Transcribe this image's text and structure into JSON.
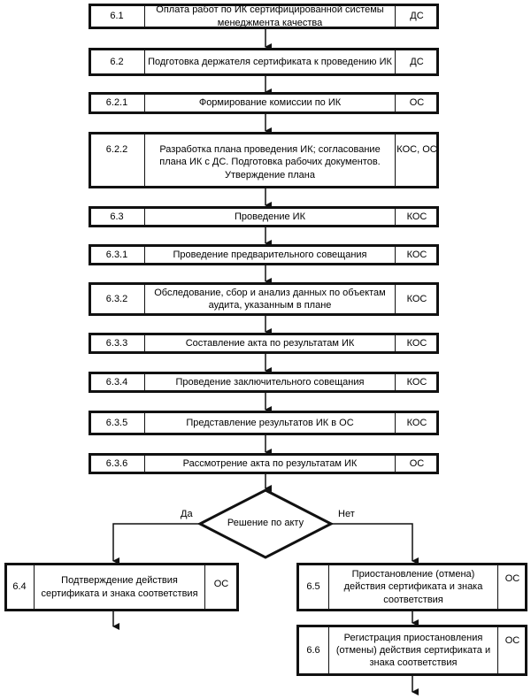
{
  "steps": [
    {
      "num": "6.1",
      "text": "Оплата работ по ИК сертифицированной системы менеджмента качества",
      "resp": "ДС"
    },
    {
      "num": "6.2",
      "text": "Подготовка держателя сертификата к проведению ИК",
      "resp": "ДС"
    },
    {
      "num": "6.2.1",
      "text": "Формирование комиссии по ИК",
      "resp": "ОС"
    },
    {
      "num": "6.2.2",
      "text": "Разработка плана проведения ИК; согласование плана ИК с ДС. Подготовка рабочих документов. Утверждение плана",
      "resp": "КОС, ОС"
    },
    {
      "num": "6.3",
      "text": "Проведение ИК",
      "resp": "КОС"
    },
    {
      "num": "6.3.1",
      "text": "Проведение предварительного совещания",
      "resp": "КОС"
    },
    {
      "num": "6.3.2",
      "text": "Обследование, сбор и анализ данных по объектам аудита, указанным в плане",
      "resp": "КОС"
    },
    {
      "num": "6.3.3",
      "text": "Составление акта по результатам ИК",
      "resp": "КОС"
    },
    {
      "num": "6.3.4",
      "text": "Проведение заключительного совещания",
      "resp": "КОС"
    },
    {
      "num": "6.3.5",
      "text": "Представление результатов ИК в ОС",
      "resp": "КОС"
    },
    {
      "num": "6.3.6",
      "text": "Рассмотрение акта по результатам ИК",
      "resp": "ОС"
    }
  ],
  "decision": {
    "text": "Решение по акту",
    "yes": "Да",
    "no": "Нет"
  },
  "left": {
    "num": "6.4",
    "text": "Подтверждение действия сертификата и знака соответствия",
    "resp": "ОС"
  },
  "right1": {
    "num": "6.5",
    "text": "Приостановление (отмена) действия сертификата и знака соответствия",
    "resp": "ОС"
  },
  "right2": {
    "num": "6.6",
    "text": "Регистрация приостановления (отмены) действия сертификата и знака соответствия",
    "resp": "ОС"
  }
}
